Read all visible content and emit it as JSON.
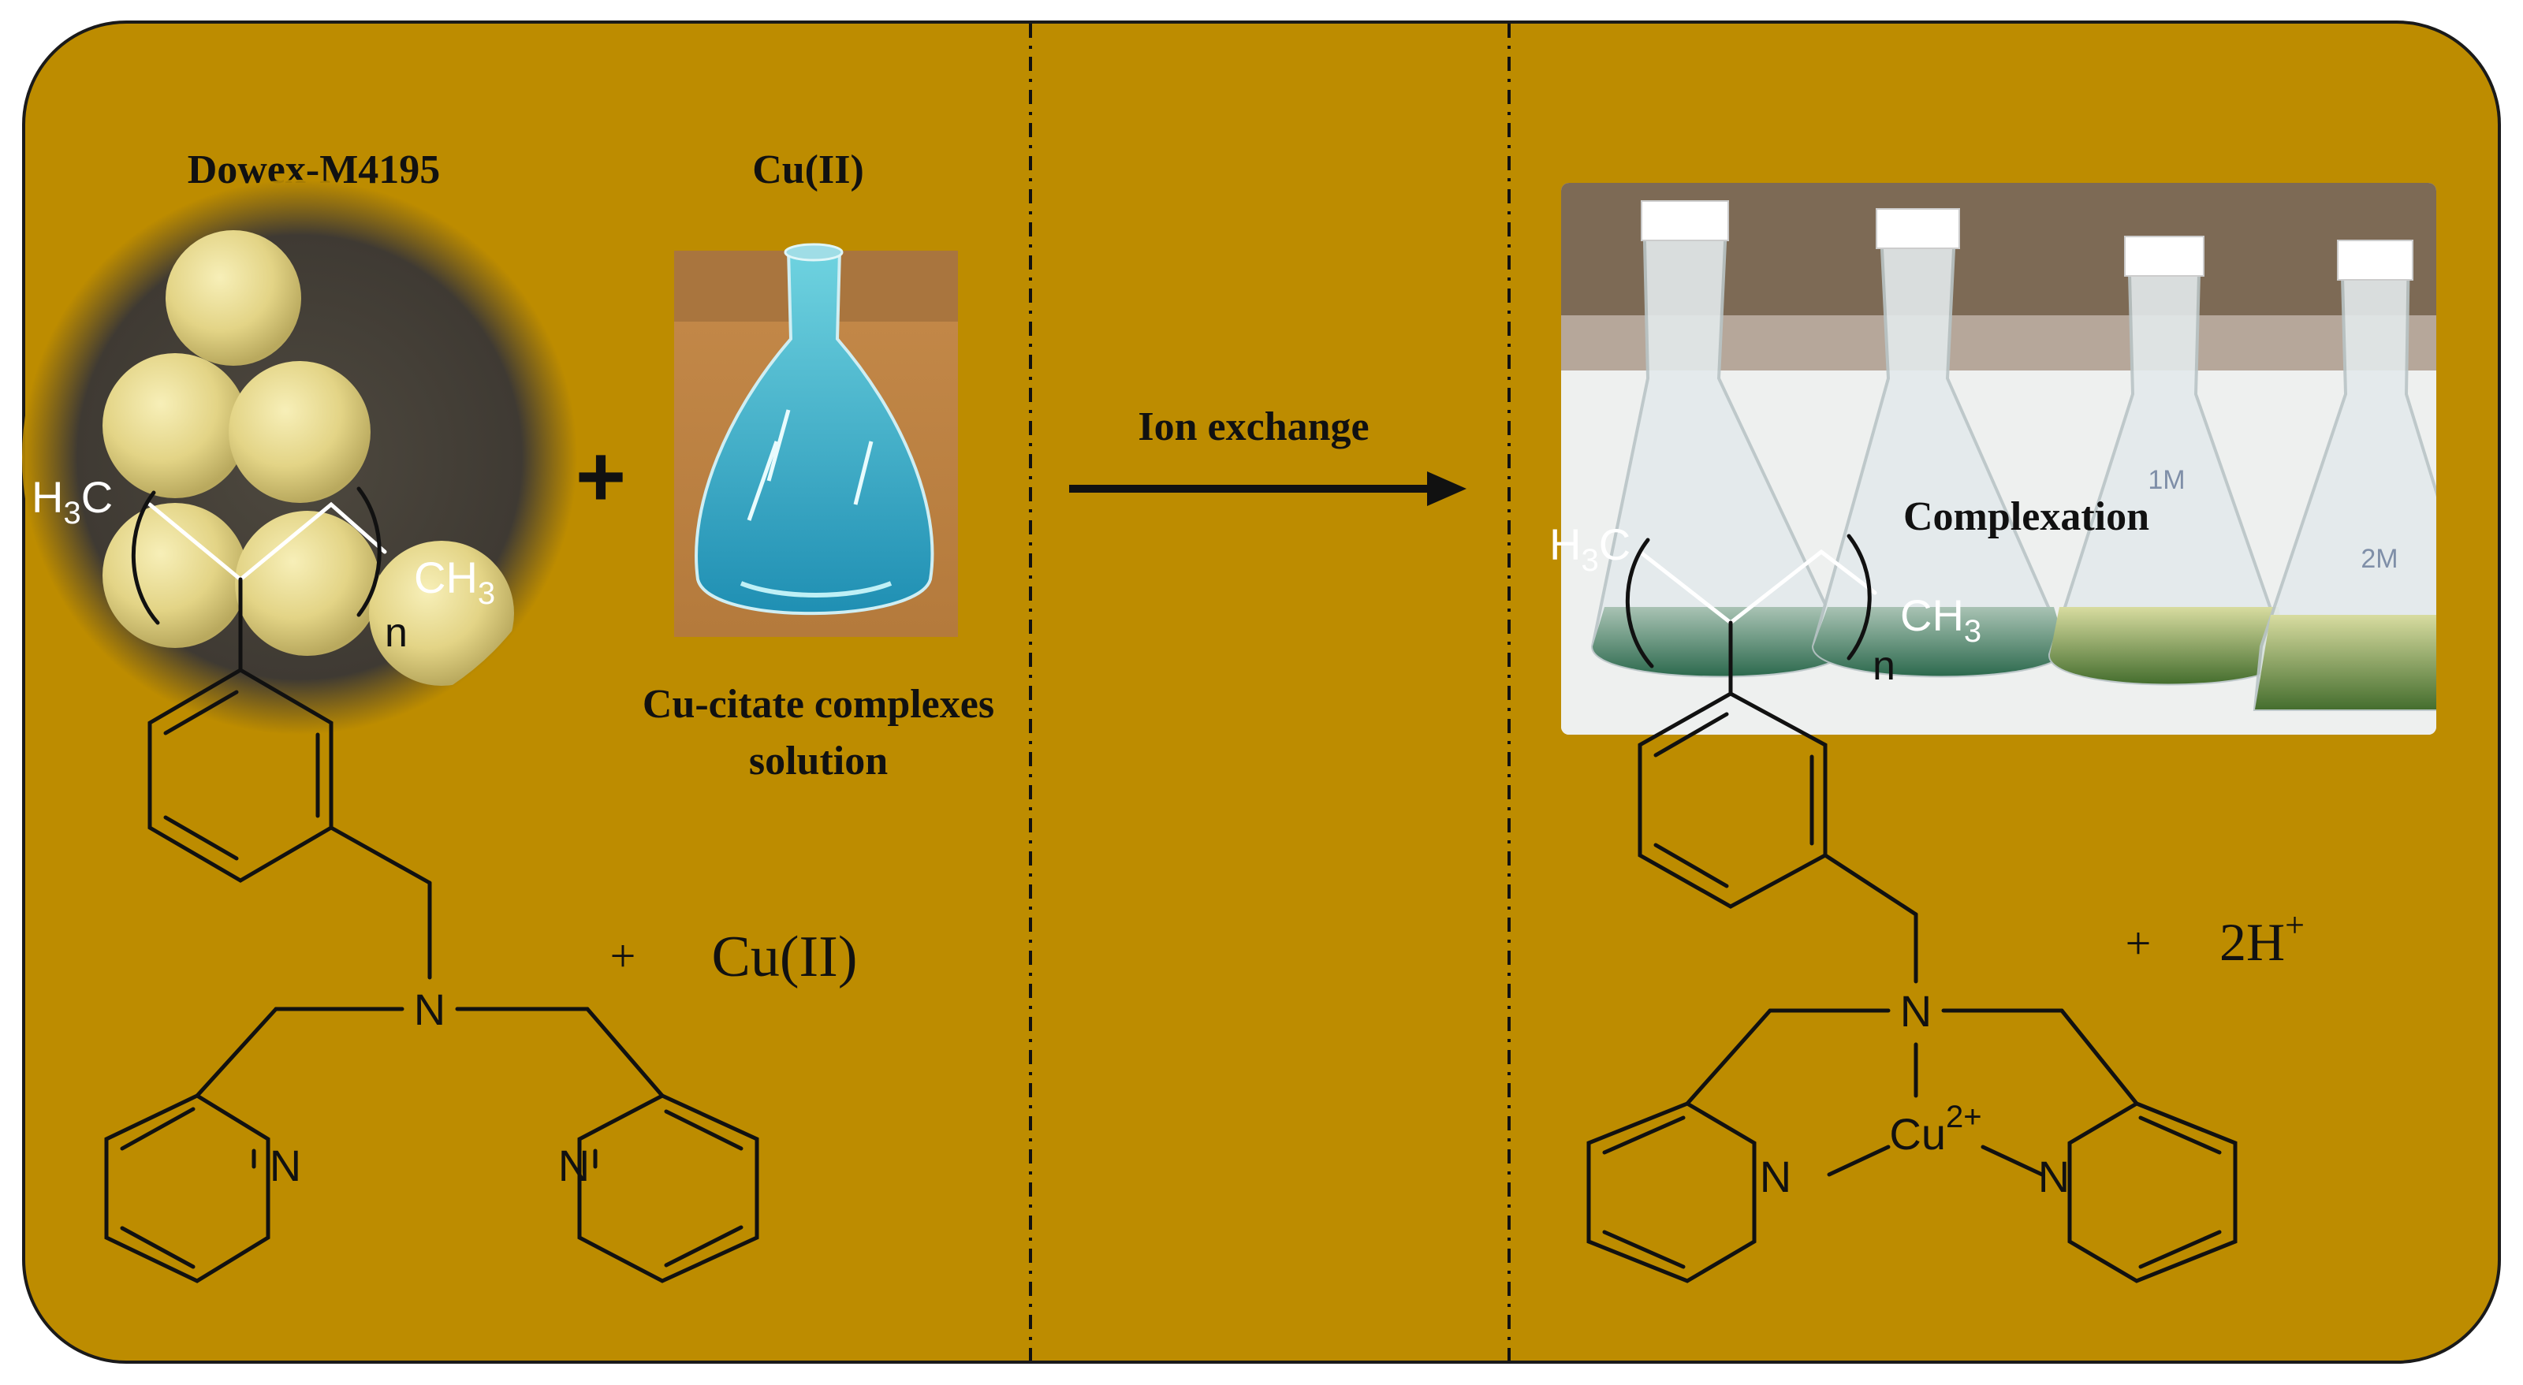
{
  "colors": {
    "panel_fill": "#bd8c00",
    "panel_border": "#1a1a1a",
    "photo_bg": "#474138",
    "bead": "#e6d98a",
    "solution": "#3fb7cf",
    "flask_glass": "#d7e0e2",
    "resin_green": "#2e6b4f"
  },
  "left_panel": {
    "resin_label": "Dowex-M4195",
    "copper_label": "Cu(II)",
    "plus_sign": "+",
    "solution_caption_line1": "Cu-citate complexes",
    "solution_caption_line2": "solution",
    "structure": {
      "h3c": "H",
      "h3c_sub": "3",
      "h3c_tail": "C",
      "ch3": "CH",
      "ch3_sub": "3",
      "n_repeat": "n",
      "amine_n": "N",
      "pyridine_n_left": "N",
      "pyridine_n_right": "N"
    },
    "reaction_plus": "+",
    "reagent": "Cu(II)"
  },
  "middle_panel": {
    "arrow_label": "Ion exchange"
  },
  "right_panel": {
    "photo_caption": "Complexation",
    "flask_marks": [
      "",
      "",
      "1M",
      "2M"
    ],
    "structure": {
      "h3c": "H",
      "h3c_sub": "3",
      "h3c_tail": "C",
      "ch3": "CH",
      "ch3_sub": "3",
      "n_repeat": "n",
      "amine_n": "N",
      "metal": "Cu",
      "metal_charge": "2+",
      "pyridine_n_left": "N",
      "pyridine_n_right": "N"
    },
    "product_plus": "+",
    "product": "2H",
    "product_charge": "+"
  }
}
